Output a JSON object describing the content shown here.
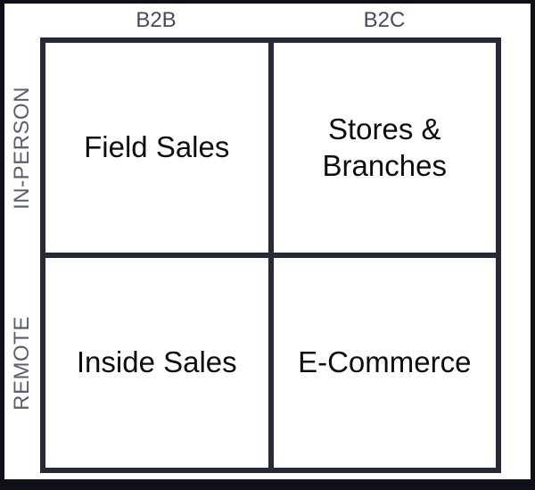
{
  "matrix": {
    "columns": [
      {
        "label": "B2B"
      },
      {
        "label": "B2C"
      }
    ],
    "rows": [
      {
        "label": "IN-PERSON"
      },
      {
        "label": "REMOTE"
      }
    ],
    "cells": [
      {
        "row": "IN-PERSON",
        "column": "B2B",
        "label": "Field Sales"
      },
      {
        "row": "IN-PERSON",
        "column": "B2C",
        "label": "Stores & Branches"
      },
      {
        "row": "REMOTE",
        "column": "B2B",
        "label": "Inside Sales"
      },
      {
        "row": "REMOTE",
        "column": "B2C",
        "label": "E-Commerce"
      }
    ]
  },
  "colors": {
    "background": "#ffffff",
    "grid_line": "#262a36",
    "screen_edge": "#101018",
    "column_header_text": "#454b59",
    "row_label_text": "#5a5f6a",
    "cell_text": "#0d0d0f"
  }
}
